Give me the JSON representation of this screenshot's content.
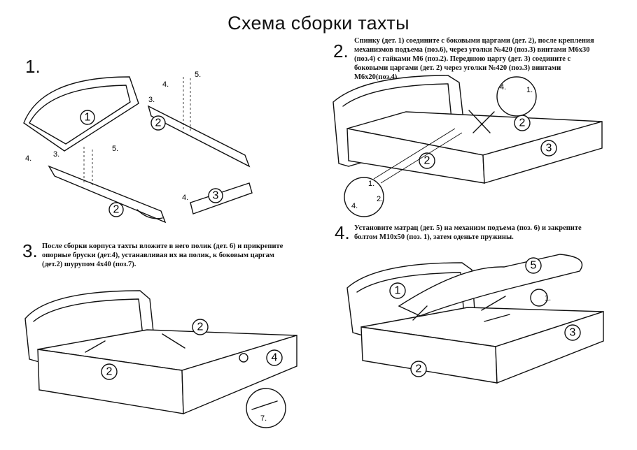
{
  "title": "Схема сборки тахты",
  "steps": [
    {
      "num": "1.",
      "text": ""
    },
    {
      "num": "2.",
      "text": "Спинку (дет. 1) соедините с боковыми царгами (дет. 2), после крепления механизмов подъема (поз.6), через уголки №420 (поз.3) винтами М6х30 (поз.4) с гайками М6 (поз.2). Переднюю царгу (дет. 3) соедините с боковыми царгами (дет. 2) через уголки №420 (поз.3) винтами М6х20(поз.4)."
    },
    {
      "num": "3.",
      "text": "После сборки корпуса тахты вложите в него полик (дет. 6) и прикрепите опорные бруски (дет.4), устанавливая их на полик, к боковым царгам (дет.2) шурупом 4х40 (поз.7)."
    },
    {
      "num": "4.",
      "text": "Установите матрац (дет. 5) на механизм подъема (поз. 6) и закрепите болтом М10х50 (поз. 1), затем оденьте пружины."
    }
  ],
  "callouts": {
    "p1": "1",
    "p2": "2",
    "p3": "3",
    "p4": "4",
    "p5": "5",
    "s3": "3.",
    "s4": "4.",
    "s5": "5.",
    "s1": "1.",
    "s2": "2.",
    "s7": "7."
  }
}
